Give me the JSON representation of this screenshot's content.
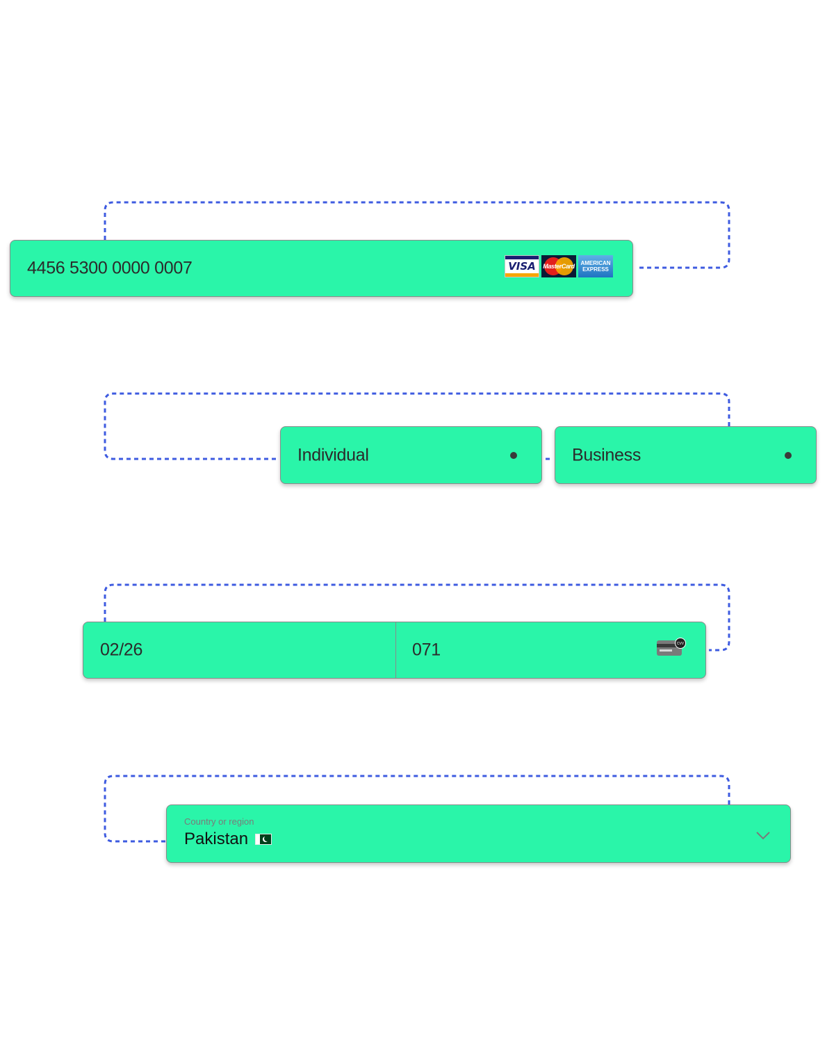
{
  "colors": {
    "accent": "#2af5a9",
    "connector": "#3e5be0",
    "border": "#8a8a8a"
  },
  "card_number": {
    "value": "4456 5300 0000 0007",
    "brands": [
      {
        "name": "visa-logo",
        "label": "VISA"
      },
      {
        "name": "mastercard-logo",
        "label": "MasterCard"
      },
      {
        "name": "amex-logo",
        "label_line1": "AMERICAN",
        "label_line2": "EXPRESS"
      }
    ]
  },
  "account_type": {
    "options": [
      {
        "label": "Individual"
      },
      {
        "label": "Business"
      }
    ]
  },
  "expiry": {
    "value": "02/26"
  },
  "cvc": {
    "value": "071",
    "icon": "cvc-card-icon",
    "badge": "CVV"
  },
  "country": {
    "label": "Country or region",
    "value": "Pakistan",
    "flag": "pakistan-flag-icon",
    "dropdown_icon": "chevron-down-icon"
  }
}
